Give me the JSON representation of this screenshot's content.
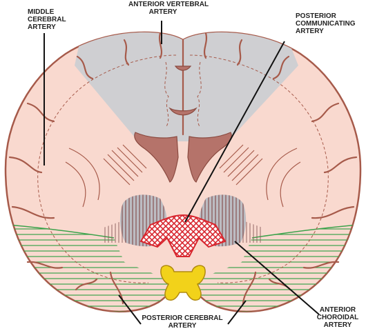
{
  "labels": {
    "middle_cerebral": [
      "MIDDLE",
      "CEREBRAL",
      "ARTERY"
    ],
    "anterior_vertebral": [
      "ANTERIOR VERTEBRAL",
      "ARTERY"
    ],
    "posterior_communicating": [
      "POSTERIOR",
      "COMMUNICATING",
      "ARTERY"
    ],
    "posterior_cerebral": [
      "POSTERIOR CEREBRAL",
      "ARTERY"
    ],
    "anterior_choroidal": [
      "ANTERIOR",
      "CHOROIDAL",
      "ARTERY"
    ]
  },
  "colors": {
    "cortex_outline": "#a65a4a",
    "middle_cerebral_territory": "#f9d9cf",
    "anterior_territory": "#cfcfd2",
    "posterior_cerebral_hatch": "#3aa24a",
    "posterior_communicating_mesh": "#d8262e",
    "anterior_choroidal_hatch": "#8a5a5a",
    "ventricle": "#b5736a",
    "ventricle_iii": "#f2d21a"
  }
}
